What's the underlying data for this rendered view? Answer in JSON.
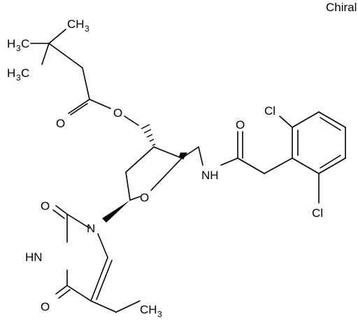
{
  "labels": {
    "chiral": "Chiral",
    "ch3_top": "CH",
    "ch3_top_sub": "3",
    "h3c_left_main": "H",
    "h3c_left_sub": "3",
    "h3c_left_c": "C",
    "h3c_mid_main": "H",
    "h3c_mid_sub": "3",
    "h3c_mid_c": "C",
    "o_carbonyl": "O",
    "o_ester": "O",
    "o_ring": "O",
    "nh": "NH",
    "o_amide": "O",
    "cl_top": "Cl",
    "cl_bottom": "Cl",
    "o_c2": "O",
    "n1": "N",
    "hn3": "HN",
    "o_c4": "O",
    "ch3_bottom": "CH",
    "ch3_bottom_sub": "3"
  },
  "colors": {
    "bond": "#000000",
    "text": "#000000",
    "background": "#ffffff"
  }
}
